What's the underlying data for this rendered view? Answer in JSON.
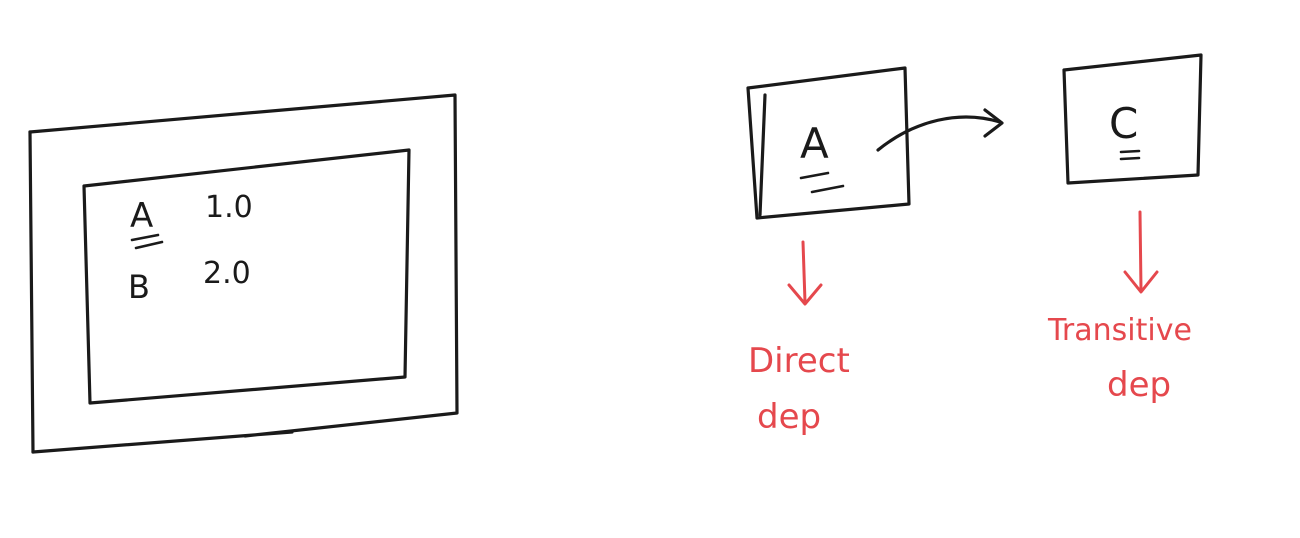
{
  "lockfile": {
    "rows": [
      {
        "name": "A",
        "version": "1.0"
      },
      {
        "name": "B",
        "version": "2.0"
      }
    ]
  },
  "dependency_graph": {
    "nodes": [
      {
        "id": "A",
        "label": "A"
      },
      {
        "id": "C",
        "label": "C"
      }
    ],
    "edges": [
      {
        "from": "A",
        "to": "C"
      }
    ],
    "annotations": {
      "direct_line1": "Direct",
      "direct_line2": "dep",
      "transitive_line1": "Transitive",
      "transitive_line2": "dep"
    }
  },
  "colors": {
    "ink": "#1a1a1a",
    "annotation": "#e5484d",
    "background": "#ffffff"
  }
}
